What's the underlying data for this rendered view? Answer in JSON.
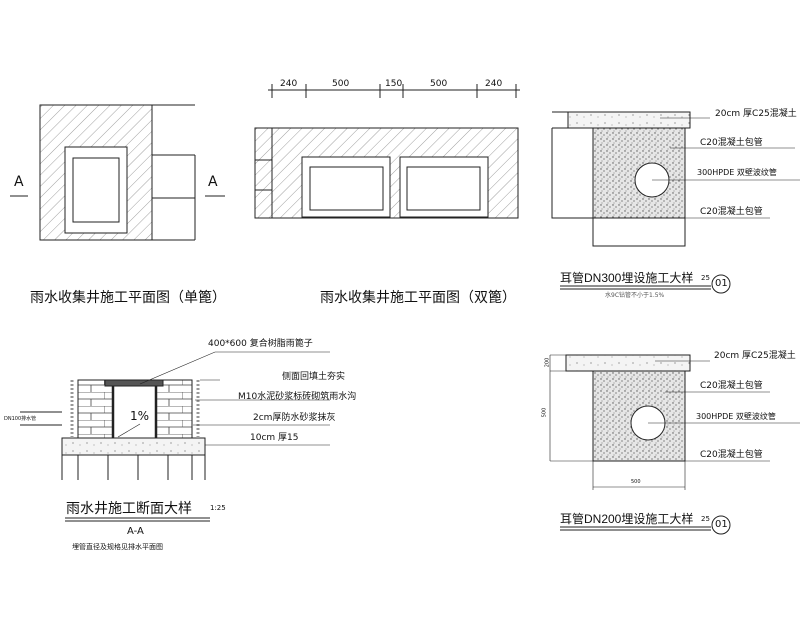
{
  "plan_single": {
    "title": "雨水收集井施工平面图（单篦）",
    "section_marker_left": "A",
    "section_marker_right": "A"
  },
  "plan_double": {
    "title": "雨水收集井施工平面图（双篦）",
    "dimensions": [
      "240",
      "500",
      "150",
      "500",
      "240"
    ]
  },
  "detail_dn300": {
    "labels": [
      "20cm 厚C25混凝土",
      "C20混凝土包管",
      "300HPDE 双壁波纹管",
      "C20混凝土包管"
    ],
    "title": "耳管DN300埋设施工大样",
    "scale": "25",
    "number": "01",
    "note": "水9C钻管不小于1.5%"
  },
  "section": {
    "labels": [
      "400*600 复合树脂雨篦子",
      "侧面回填土夯实",
      "M10水泥砂浆标砖砌筑雨水沟",
      "2cm厚防水砂浆抹灰",
      "10cm 厚15"
    ],
    "pipe_label": "DN100排水管",
    "slope": "1%",
    "title": "雨水井施工断面大样",
    "scale": "1:25",
    "section_name": "A-A",
    "note": "埋管直径及规格见排水平面图"
  },
  "detail_dn200": {
    "labels": [
      "20cm 厚C25混凝土",
      "C20混凝土包管",
      "300HPDE 双壁波纹管",
      "C20混凝土包管"
    ],
    "dim_width": "500",
    "dim_height": "500",
    "dim_top": "200",
    "title": "耳管DN200埋设施工大样",
    "scale": "25",
    "number": "01"
  }
}
